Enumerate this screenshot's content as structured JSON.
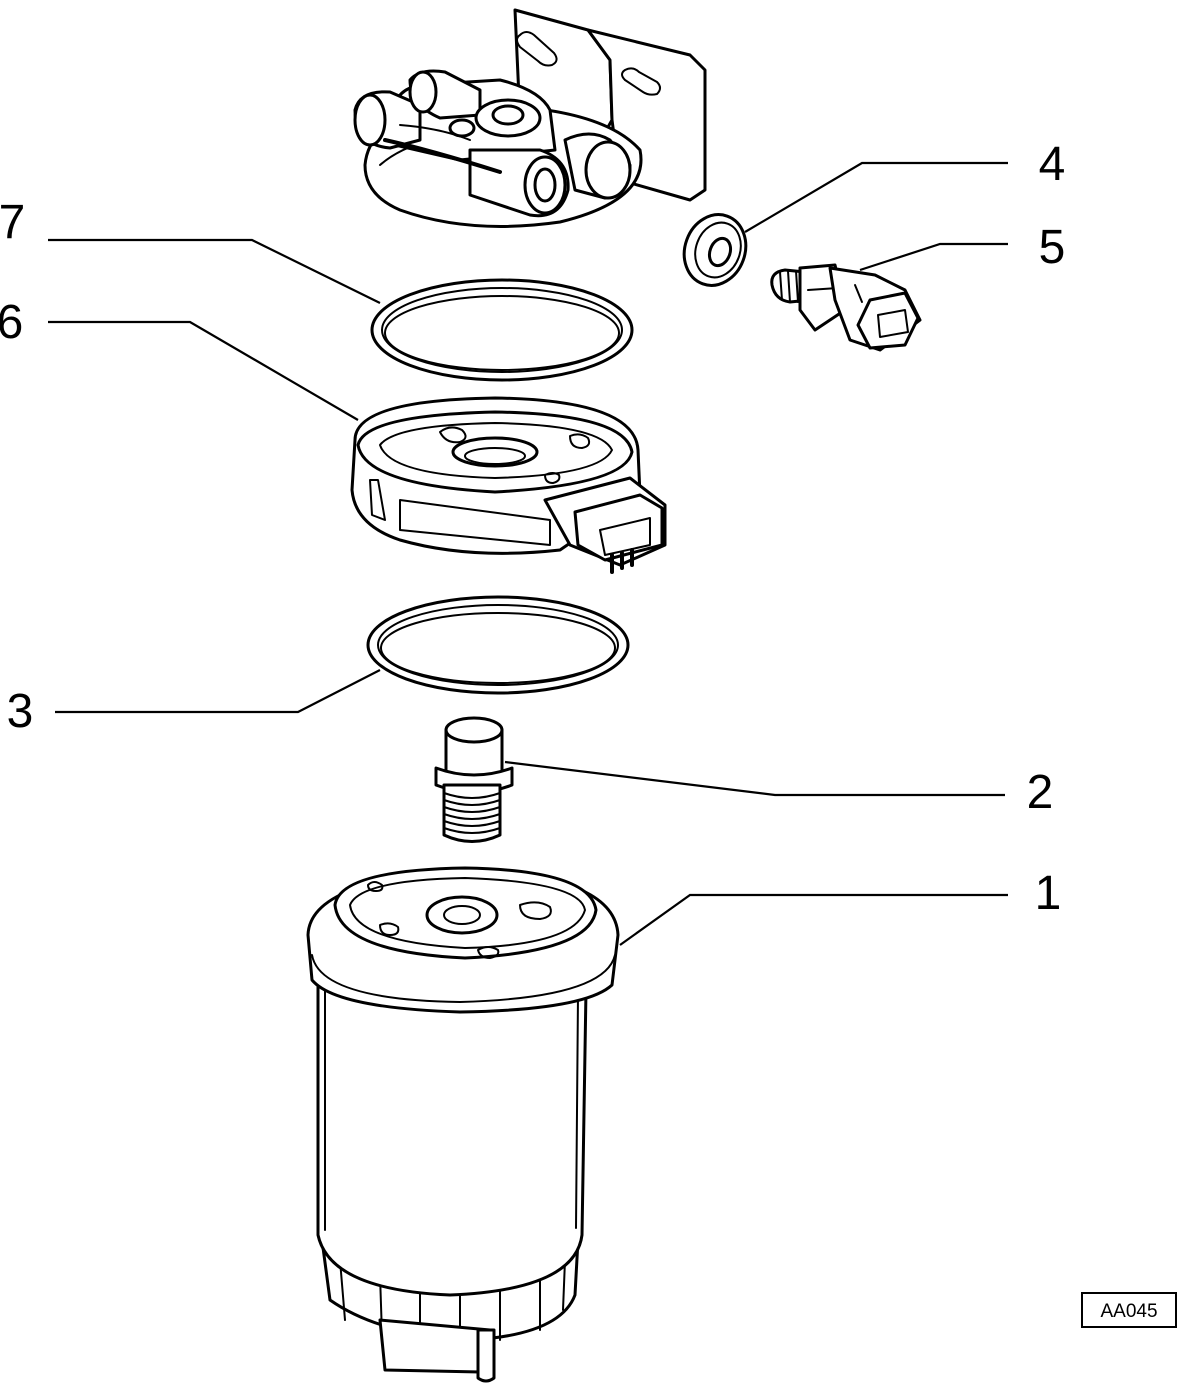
{
  "figure": {
    "reference_code": "AA045"
  },
  "callouts": [
    {
      "id": "1",
      "label": "1"
    },
    {
      "id": "2",
      "label": "2"
    },
    {
      "id": "3",
      "label": "3"
    },
    {
      "id": "4",
      "label": "4"
    },
    {
      "id": "5",
      "label": "5"
    },
    {
      "id": "6",
      "label": "6"
    },
    {
      "id": "7",
      "label": "7"
    }
  ],
  "colors": {
    "ink": "#000000",
    "paper": "#ffffff"
  }
}
